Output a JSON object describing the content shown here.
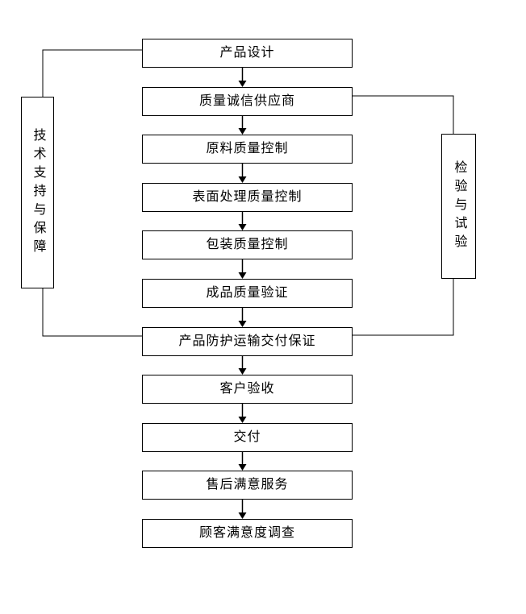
{
  "flow": {
    "steps": [
      "产品设计",
      "质量诚信供应商",
      "原料质量控制",
      "表面处理质量控制",
      "包装质量控制",
      "成品质量验证",
      "产品防护运输交付保证",
      "客户验收",
      "交付",
      "售后满意服务",
      "顾客满意度调查"
    ],
    "arrows": "each step connects to the next step below with a solid black downward arrow",
    "side_panels": [
      {
        "label": "技术支持与保障",
        "position": "left",
        "connects_to": [
          "产品设计",
          "产品防护运输交付保证"
        ]
      },
      {
        "label": "检验与试验",
        "position": "right",
        "connects_to": [
          "质量诚信供应商",
          "产品防护运输交付保证"
        ]
      }
    ],
    "colors": {
      "line": "#000000",
      "text": "#000000",
      "background": "#ffffff"
    }
  }
}
